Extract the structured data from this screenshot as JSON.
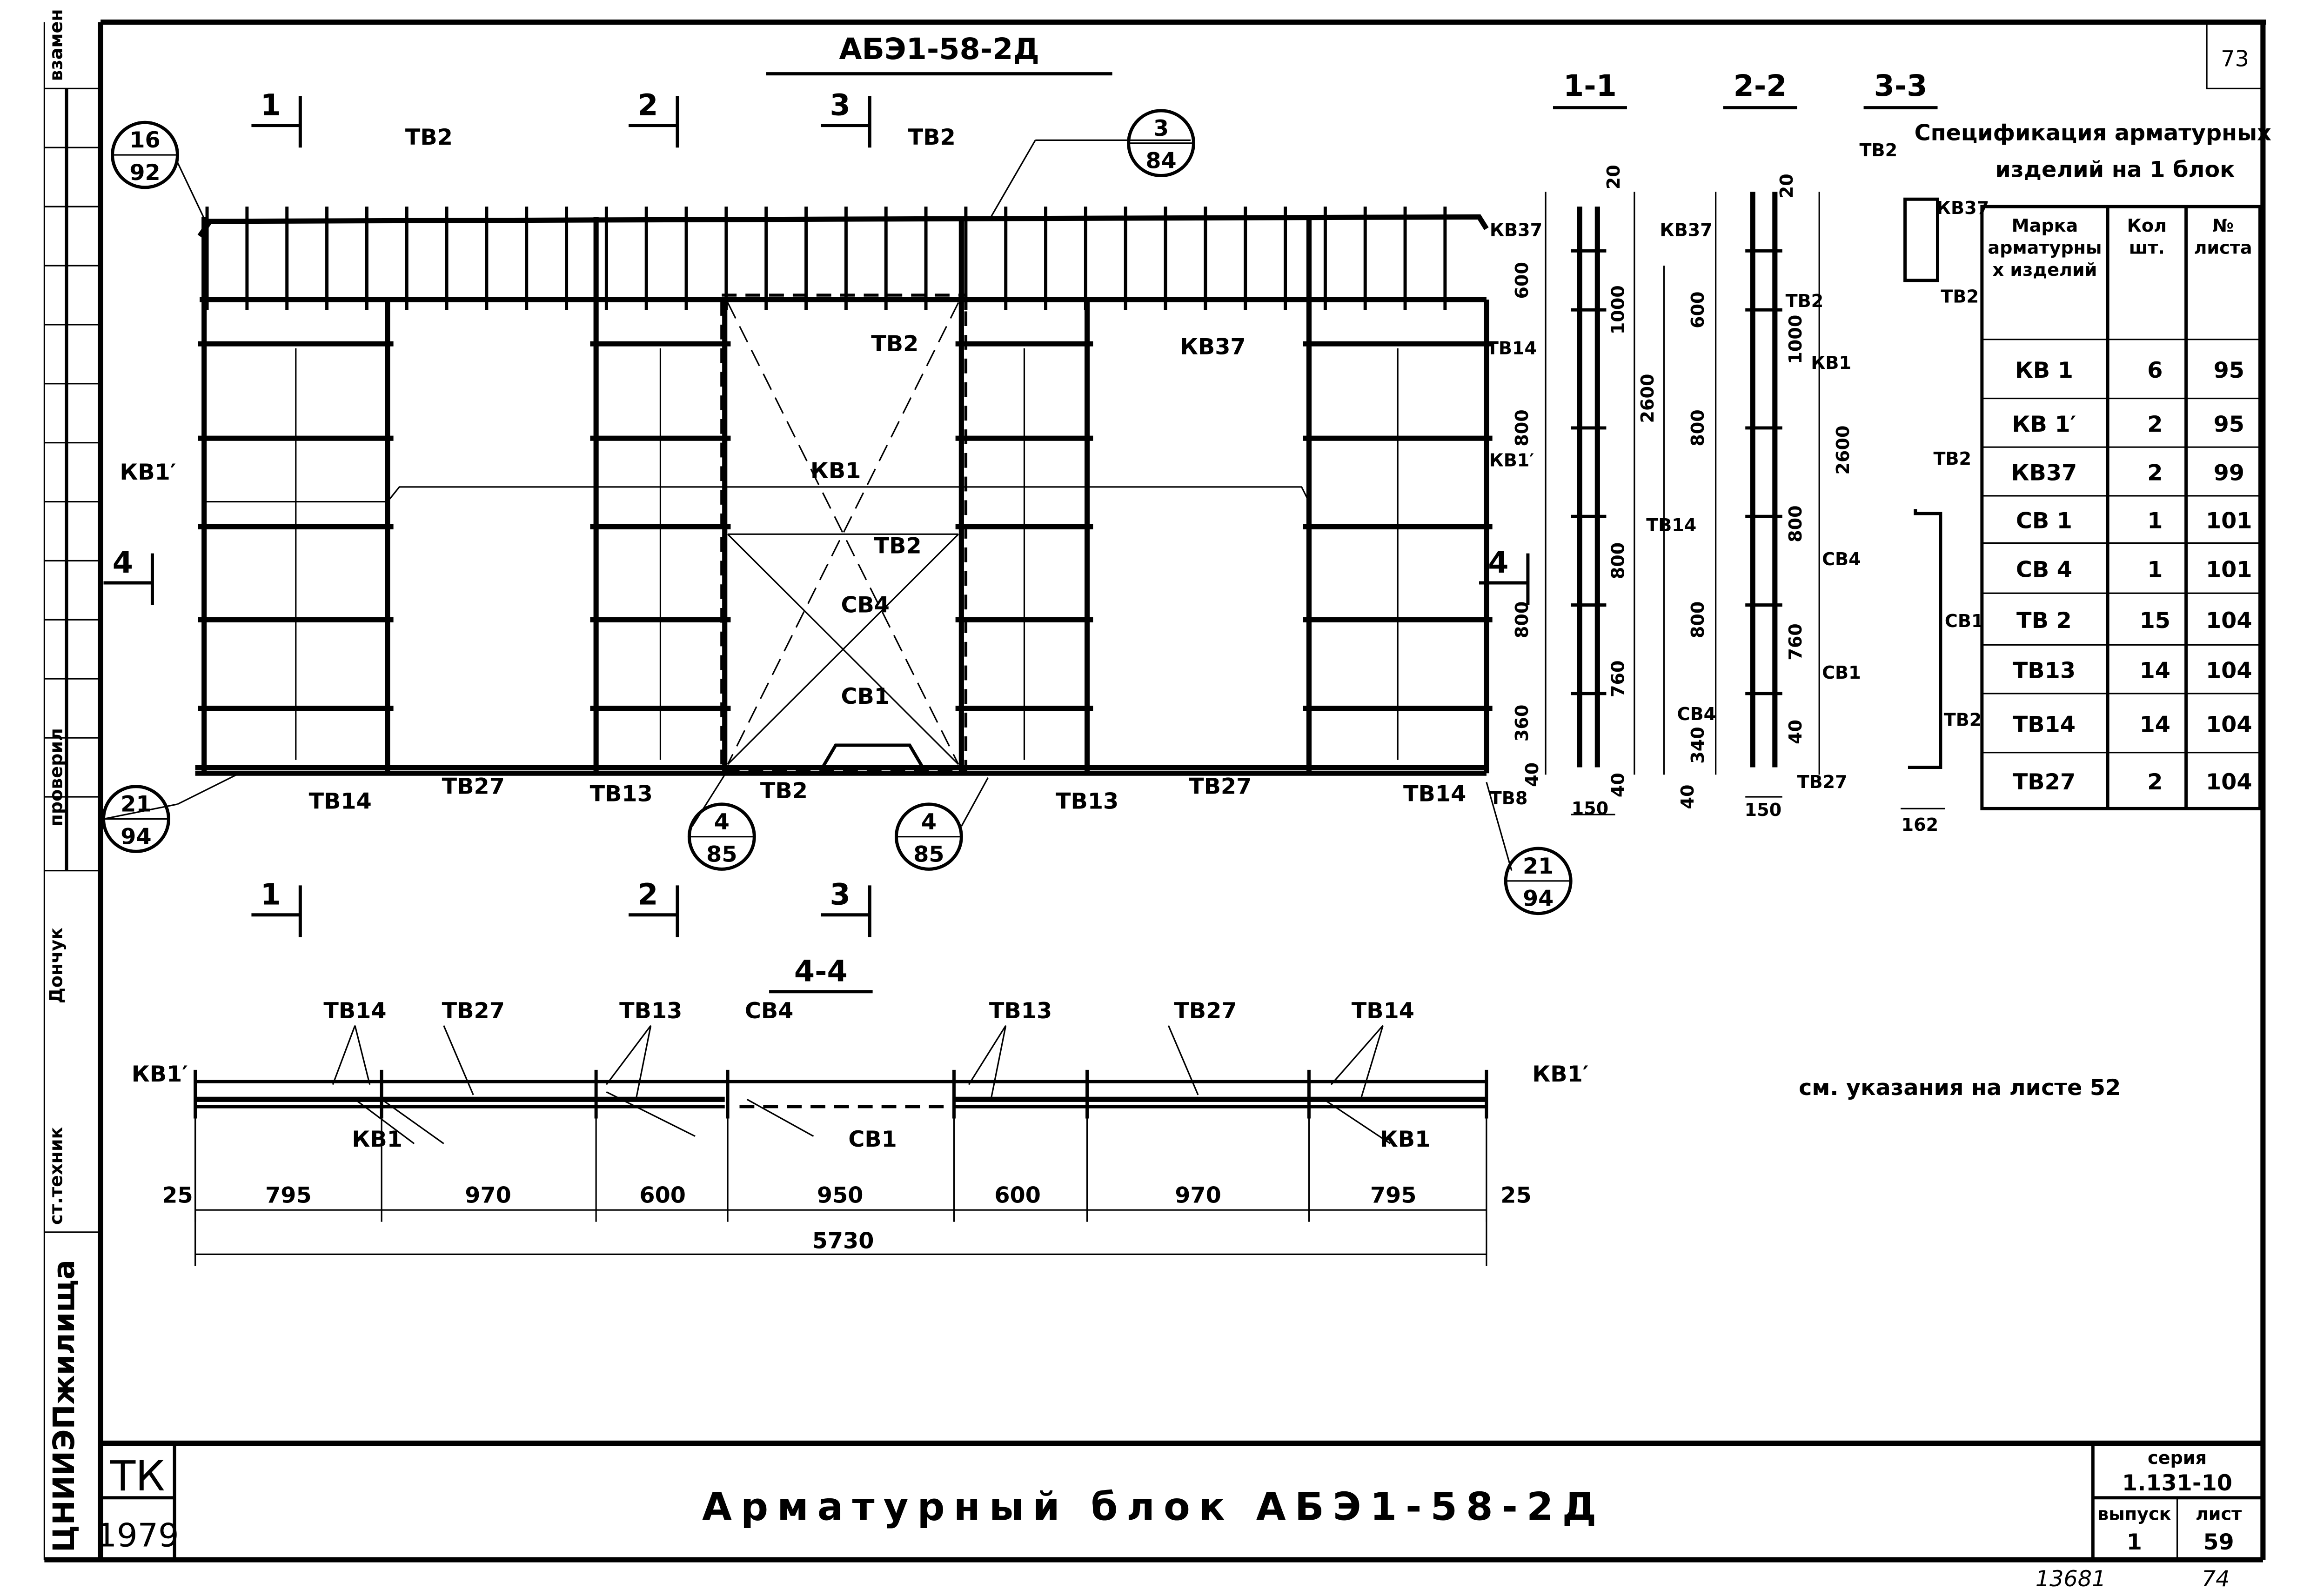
{
  "sheet_number": "73",
  "drawing_title": "АБЭ1-58-2Д",
  "left_strip": {
    "replaces": "взамен",
    "checked": "проверил",
    "checked_name": "Дончук",
    "senior_technician": "ст.техник",
    "institute": "ЦНИИЭПжилища"
  },
  "elevation": {
    "section_marks": [
      "1",
      "2",
      "3",
      "1",
      "2",
      "3",
      "4",
      "4"
    ],
    "callouts": [
      {
        "top": "16",
        "bottom": "92"
      },
      {
        "top": "3",
        "bottom": "84"
      },
      {
        "top": "21",
        "bottom": "94"
      },
      {
        "top": "4",
        "bottom": "85"
      },
      {
        "top": "4",
        "bottom": "85"
      },
      {
        "top": "21",
        "bottom": "94"
      }
    ],
    "labels": [
      "ТВ2",
      "ТВ2",
      "ТВ2",
      "КВ37",
      "КВ1′",
      "КВ1",
      "ТВ2",
      "СВ4",
      "СВ1",
      "ТВ2",
      "ТВ14",
      "ТВ27",
      "ТВ13",
      "ТВ13",
      "ТВ27",
      "ТВ14"
    ]
  },
  "sections": {
    "titles": [
      "1-1",
      "2-2",
      "3-3"
    ],
    "labels": [
      "КВ37",
      "ТВ14",
      "КВ1′",
      "ТВ8",
      "КВ37",
      "ТВ14",
      "ТВ2",
      "КВ1",
      "СВ4",
      "СВ1",
      "СВ4",
      "ТВ27",
      "ТВ2",
      "КВ37",
      "ТВ2",
      "ТВ2",
      "СВ1",
      "ТВ2"
    ],
    "dims": [
      "20",
      "600",
      "1000",
      "800",
      "2600",
      "800",
      "800",
      "760",
      "360",
      "40",
      "150",
      "40",
      "20",
      "600",
      "1000",
      "800",
      "2600",
      "800",
      "800",
      "760",
      "340",
      "40",
      "40",
      "150",
      "162"
    ]
  },
  "specification": {
    "title_line1": "Спецификация арматурных",
    "title_line2": "изделий на 1 блок",
    "headers": [
      "Марка арматурных изделий",
      "Кол шт.",
      "№ листа"
    ],
    "rows": [
      [
        "КВ 1",
        "6",
        "95"
      ],
      [
        "КВ 1′",
        "2",
        "95"
      ],
      [
        "КВ37",
        "2",
        "99"
      ],
      [
        "СВ 1",
        "1",
        "101"
      ],
      [
        "СВ 4",
        "1",
        "101"
      ],
      [
        "ТВ 2",
        "15",
        "104"
      ],
      [
        "ТВ13",
        "14",
        "104"
      ],
      [
        "ТВ14",
        "14",
        "104"
      ],
      [
        "ТВ27",
        "2",
        "104"
      ]
    ]
  },
  "plan_4_4": {
    "title": "4-4",
    "labels": [
      "ТВ14",
      "ТВ27",
      "ТВ13",
      "СВ4",
      "ТВ13",
      "ТВ27",
      "ТВ14",
      "КВ1′",
      "КВ1′",
      "КВ1",
      "СВ1",
      "КВ1"
    ],
    "dims": [
      "25",
      "795",
      "970",
      "600",
      "950",
      "600",
      "970",
      "795",
      "25"
    ],
    "total": "5730"
  },
  "note": "см. указания на листе 52",
  "title_block": {
    "org_code": "ТК",
    "year": "1979",
    "title": "Арматурный блок АБЭ1-58-2Д",
    "series_label": "серия",
    "series_value": "1.131-10",
    "issue_label": "выпуск",
    "issue_value": "1",
    "sheet_label": "лист",
    "sheet_value": "59"
  },
  "archive_marks": [
    "13681",
    "74"
  ]
}
